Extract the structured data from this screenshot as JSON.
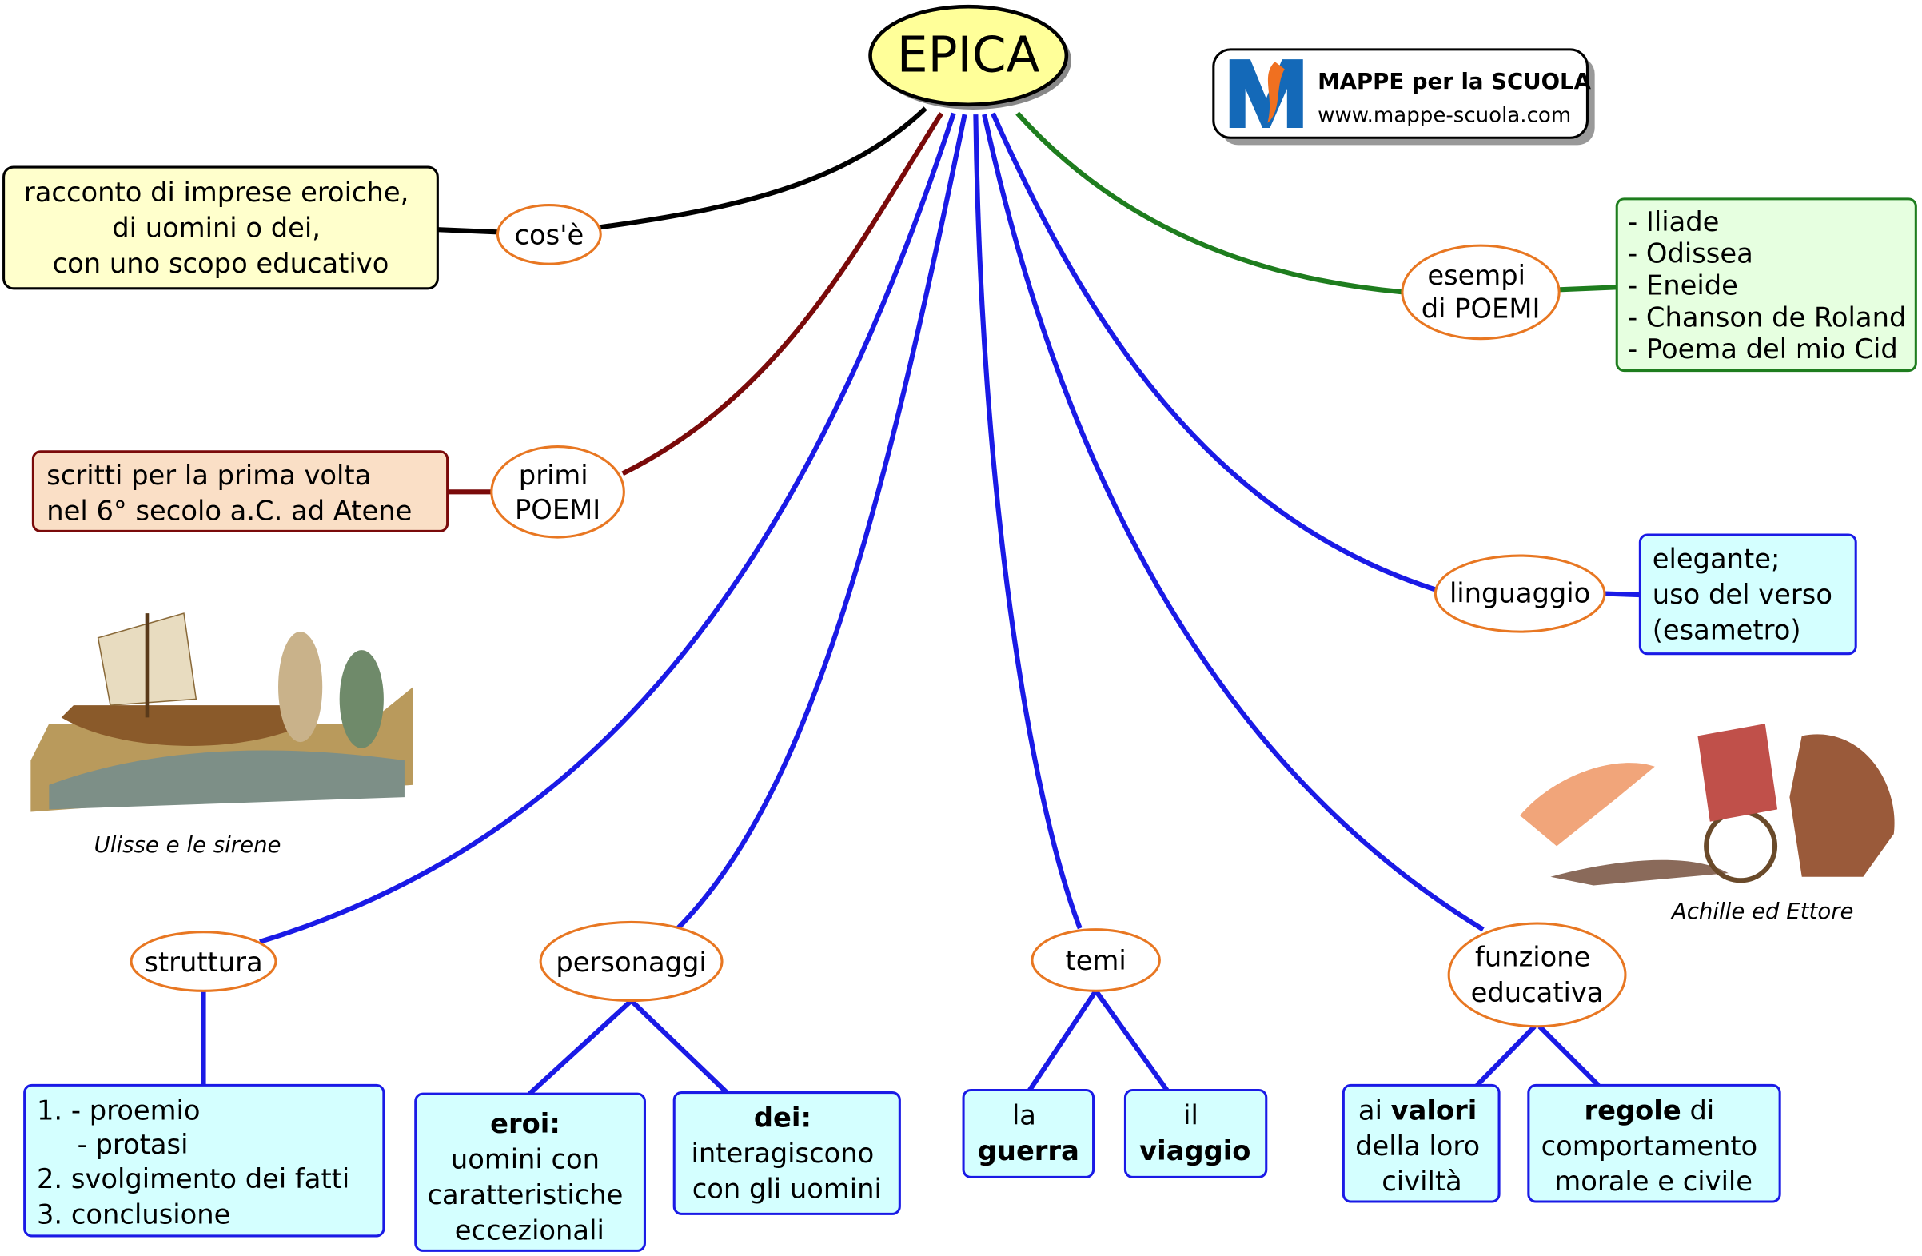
{
  "title": "EPICA",
  "logo": {
    "name": "MAPPE per la SCUOLA",
    "url": "www.mappe-scuola.com"
  },
  "colors": {
    "central_fill": "#ffff99",
    "node_border": "#e87722",
    "blue_link": "#1a1ae6",
    "green_link": "#1e7d1e",
    "red_link": "#7a0a0a"
  },
  "nodes": {
    "cose": {
      "label": "cos'è",
      "box": [
        "racconto di imprese eroiche,",
        "di uomini o dei,",
        "con uno scopo educativo"
      ]
    },
    "primi": {
      "label": [
        "primi",
        "POEMI"
      ],
      "box": [
        "scritti per la prima volta",
        "nel 6° secolo a.C. ad Atene"
      ]
    },
    "esempi": {
      "label": [
        "esempi",
        "di POEMI"
      ],
      "box": [
        "- Iliade",
        "- Odissea",
        "- Eneide",
        "- Chanson de Roland",
        "- Poema del mio Cid"
      ]
    },
    "linguaggio": {
      "label": "linguaggio",
      "box": [
        "elegante;",
        "uso del verso",
        "(esametro)"
      ]
    },
    "struttura": {
      "label": "struttura",
      "box": [
        "1. - proemio",
        "- protasi",
        "2. svolgimento dei fatti",
        "3. conclusione"
      ]
    },
    "personaggi": {
      "label": "personaggi",
      "eroi": {
        "title": "eroi:",
        "lines": [
          "uomini con",
          "caratteristiche",
          "eccezionali"
        ]
      },
      "dei": {
        "title": "dei:",
        "lines": [
          "interagiscono",
          "con gli uomini"
        ]
      }
    },
    "temi": {
      "label": "temi",
      "guerra": {
        "pre": "la",
        "bold": "guerra"
      },
      "viaggio": {
        "pre": "il",
        "bold": "viaggio"
      }
    },
    "funzione": {
      "label": [
        "funzione",
        "educativa"
      ],
      "valori": {
        "pre": "ai ",
        "bold": "valori",
        "lines": [
          "della loro",
          "civiltà"
        ]
      },
      "regole": {
        "bold": "regole",
        "post": " di",
        "lines": [
          "comportamento",
          "morale e civile"
        ]
      }
    }
  },
  "images": {
    "ulisse_caption": "Ulisse e le sirene",
    "achille_caption": "Achille ed Ettore"
  }
}
